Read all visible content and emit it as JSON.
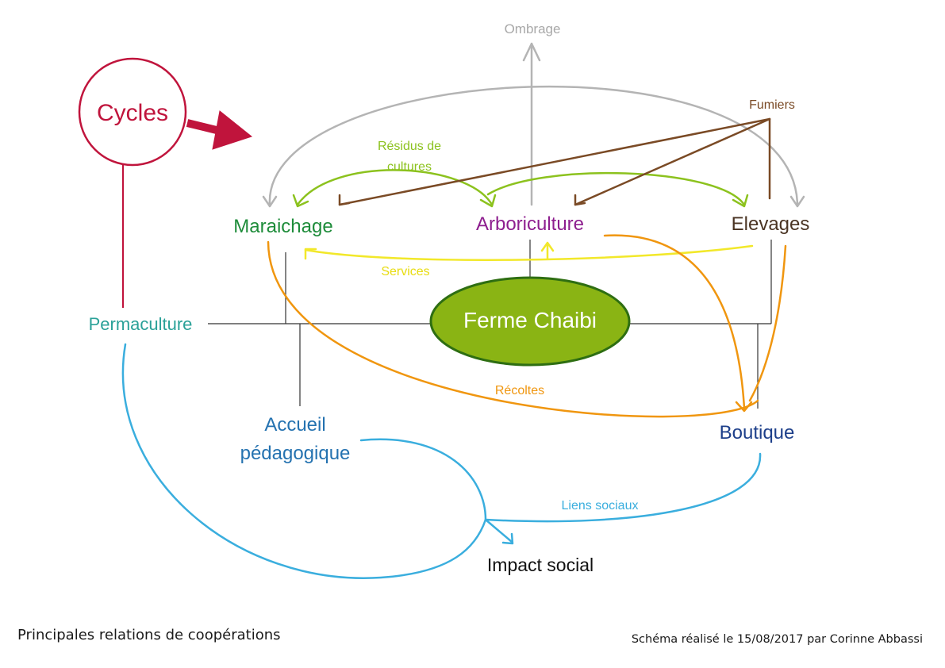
{
  "nodes": {
    "cycles": "Cycles",
    "permaculture": "Permaculture",
    "maraichage": "Maraichage",
    "arboriculture": "Arboriculture",
    "elevages": "Elevages",
    "ferme": "Ferme Chaibi",
    "accueil_line1": "Accueil",
    "accueil_line2": "pédagogique",
    "boutique": "Boutique",
    "impact": "Impact social"
  },
  "flows": {
    "ombrage": "Ombrage",
    "fumiers": "Fumiers",
    "residus_line1": "Résidus de",
    "residus_line2": "cultures",
    "services": "Services",
    "recoltes": "Récoltes",
    "liens": "Liens sociaux"
  },
  "captions": {
    "left": "Principales relations de coopérations",
    "right": "Schéma réalisé le 15/08/2017 par Corinne Abbassi"
  },
  "colors": {
    "cycles": "#c0143c",
    "permaculture": "#2aa198",
    "maraichage": "#1e8c3a",
    "arboriculture": "#8e1f8f",
    "elevages": "#4a3423",
    "ferme_fill": "#8ab414",
    "ferme_stroke": "#2e6e12",
    "accueil": "#2472b0",
    "boutique": "#1d3f8a",
    "ombrage": "#b4b4b4",
    "fumiers": "#7a4a25",
    "residus": "#8cc21e",
    "services": "#f2e82a",
    "recoltes": "#f0960f",
    "liens": "#3aaede",
    "structure": "#333333"
  }
}
